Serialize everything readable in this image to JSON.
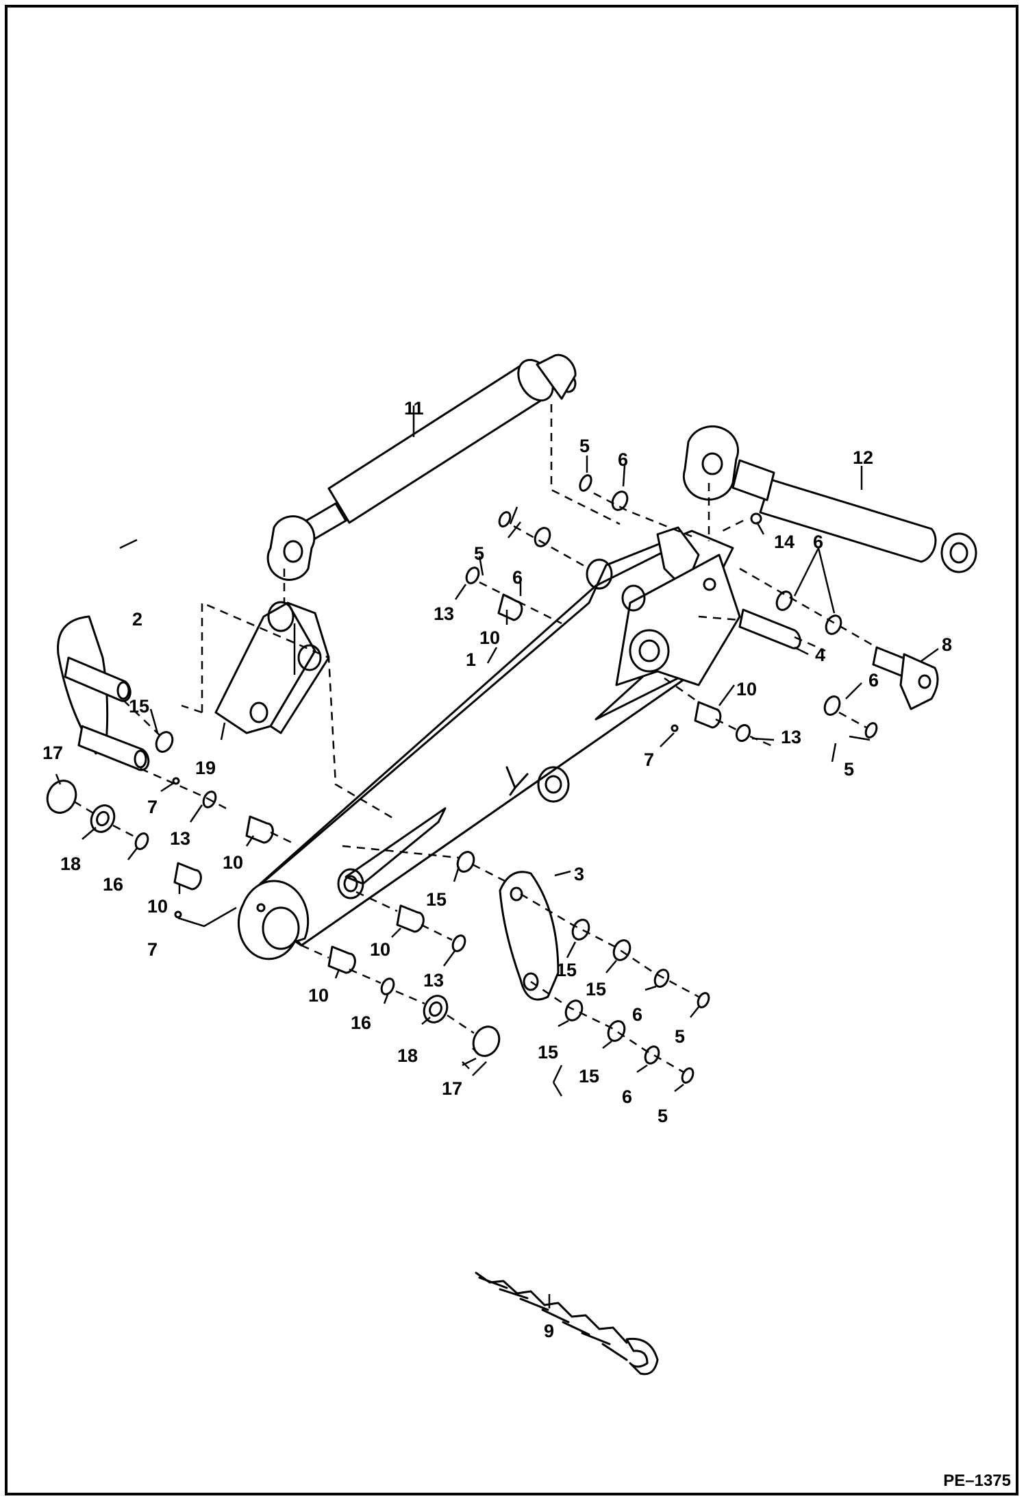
{
  "callouts": {
    "c1": "1",
    "c2": "2",
    "c3": "3",
    "c4": "4",
    "c5a": "5",
    "c5b": "5",
    "c5c": "5",
    "c5d": "5",
    "c5e": "5",
    "c6a": "6",
    "c6b": "6",
    "c6c": "6",
    "c6d": "6",
    "c6e": "6",
    "c6f": "6",
    "c7a": "7",
    "c7b": "7",
    "c7c": "7",
    "c8": "8",
    "c9": "9",
    "c10a": "10",
    "c10b": "10",
    "c10c": "10",
    "c10d": "10",
    "c10e": "10",
    "c10f": "10",
    "c11": "11",
    "c12": "12",
    "c13a": "13",
    "c13b": "13",
    "c13c": "13",
    "c13d": "13",
    "c14": "14",
    "c15a": "15",
    "c15b": "15",
    "c15c": "15",
    "c15d": "15",
    "c15e": "15",
    "c15f": "15",
    "c16a": "16",
    "c16b": "16",
    "c17a": "17",
    "c17b": "17",
    "c18a": "18",
    "c18b": "18",
    "c19": "19"
  },
  "figure_code": "PE–1375"
}
